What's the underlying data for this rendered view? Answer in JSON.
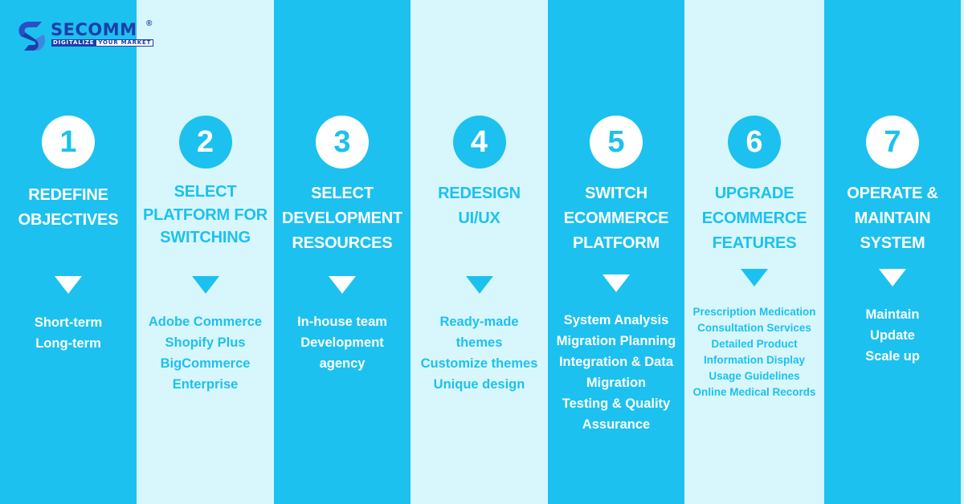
{
  "brand": {
    "name": "SECOMM",
    "registered_mark": "®",
    "tagline_part1": "DIGITALIZE",
    "tagline_part2": "YOUR MARKET",
    "logo_icon": "secomm-s-logo-icon"
  },
  "colors": {
    "dark_column": "#1cc1ef",
    "light_column": "#d8f7fd",
    "white": "#ffffff",
    "brand_navy": "#1d3ea8"
  },
  "steps": [
    {
      "number": "1",
      "heading": "REDEFINE\nOBJECTIVES",
      "items": [
        "Short-term",
        "Long-term"
      ]
    },
    {
      "number": "2",
      "heading": "SELECT\nPLATFORM FOR\nSWITCHING",
      "items": [
        "Adobe Commerce",
        "Shopify Plus",
        "BigCommerce",
        "Enterprise"
      ]
    },
    {
      "number": "3",
      "heading": "SELECT\nDEVELOPMENT\nRESOURCES",
      "items": [
        "In-house team",
        "Development",
        "agency"
      ]
    },
    {
      "number": "4",
      "heading": "REDESIGN\nUI/UX",
      "items": [
        "Ready-made",
        "themes",
        "Customize themes",
        "Unique design"
      ]
    },
    {
      "number": "5",
      "heading": "SWITCH\nECOMMERCE\nPLATFORM",
      "items": [
        "System Analysis",
        "Migration Planning",
        "Integration & Data",
        "Migration",
        "Testing & Quality",
        "Assurance"
      ]
    },
    {
      "number": "6",
      "heading": "UPGRADE\nECOMMERCE\nFEATURES",
      "items": [
        "Prescription Medication",
        "Consultation Services",
        "Detailed Product",
        "Information Display",
        "Usage Guidelines",
        "Online Medical Records"
      ]
    },
    {
      "number": "7",
      "heading": "OPERATE &\nMAINTAIN\nSYSTEM",
      "items": [
        "Maintain",
        "Update",
        "Scale up"
      ]
    }
  ]
}
